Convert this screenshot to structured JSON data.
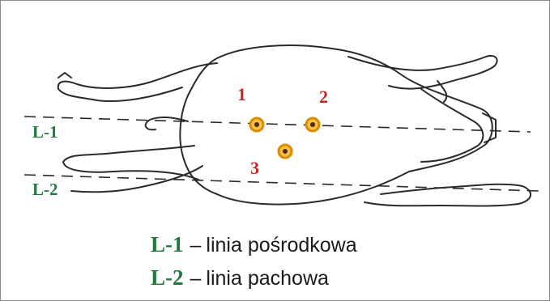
{
  "lines": [
    {
      "code": "L-1"
    },
    {
      "code": "L-2"
    }
  ],
  "points": [
    {
      "num": "1"
    },
    {
      "num": "2"
    },
    {
      "num": "3"
    }
  ],
  "legend": [
    {
      "code": "L-1",
      "dash": "–",
      "text": "linia pośrodkowa"
    },
    {
      "code": "L-2",
      "dash": "–",
      "text": "linia pachowa"
    }
  ],
  "colors": {
    "line_label": "#1f7a3d",
    "point_label": "#c8261e",
    "marker_ring": "#e08a00",
    "marker_fill": "#f2c24a"
  }
}
